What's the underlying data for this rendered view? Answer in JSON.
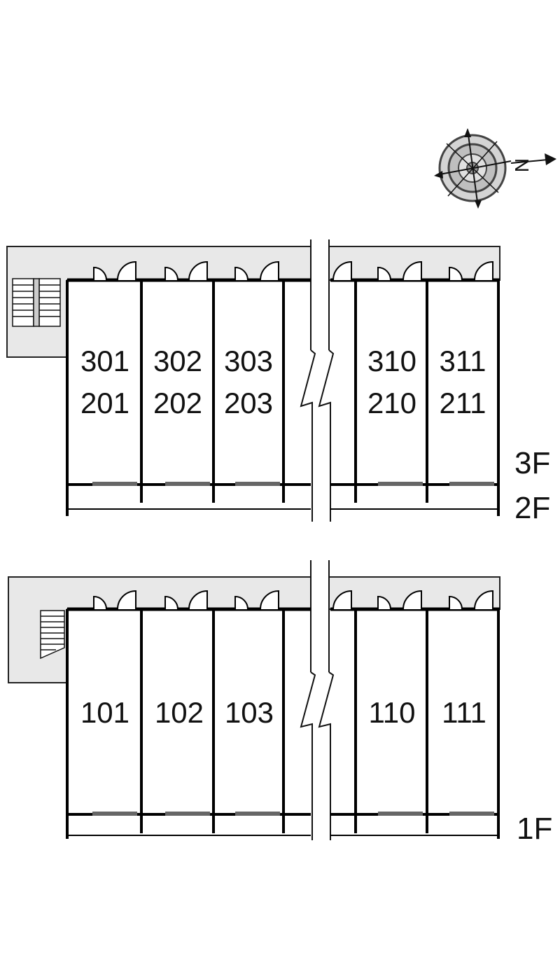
{
  "compass": {
    "north_label": "N",
    "icon": "compass-rose-icon"
  },
  "upper_block": {
    "floor_labels": [
      "3F",
      "2F"
    ],
    "rooms_top_row": [
      "301",
      "302",
      "303",
      "310",
      "311"
    ],
    "rooms_bottom_row": [
      "201",
      "202",
      "203",
      "210",
      "211"
    ]
  },
  "lower_block": {
    "floor_labels": [
      "1F"
    ],
    "rooms": [
      "101",
      "102",
      "103",
      "110",
      "111"
    ]
  },
  "colors": {
    "corridor_fill": "#e8e8e8",
    "wall": "#000000",
    "background": "#ffffff"
  }
}
